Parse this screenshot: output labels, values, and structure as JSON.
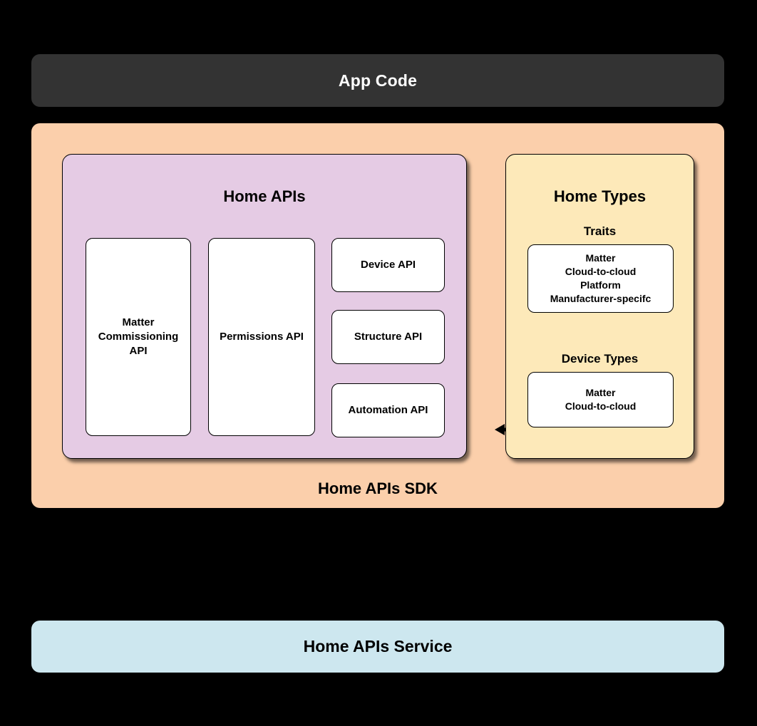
{
  "diagram": {
    "type": "architecture-block-diagram",
    "top_banner": {
      "label": "App Code",
      "background": "#333333",
      "text_color": "#ffffff"
    },
    "sdk_container": {
      "label": "Home APIs SDK",
      "background": "#fbcfab"
    },
    "home_apis_panel": {
      "title": "Home APIs",
      "background": "#e5cbe4",
      "cards": [
        {
          "id": "matter-commissioning-api",
          "label": "Matter Commissioning API",
          "lines": [
            "Matter",
            "Commissioning",
            "API"
          ]
        },
        {
          "id": "permissions-api",
          "label": "Permissions API",
          "lines": [
            "Permissions API"
          ]
        },
        {
          "id": "device-api",
          "label": "Device API",
          "lines": [
            "Device API"
          ]
        },
        {
          "id": "structure-api",
          "label": "Structure API",
          "lines": [
            "Structure API"
          ]
        },
        {
          "id": "automation-api",
          "label": "Automation API",
          "lines": [
            "Automation API"
          ]
        }
      ]
    },
    "home_types_panel": {
      "title": "Home Types",
      "background": "#fde9b9",
      "sections": [
        {
          "id": "traits",
          "label": "Traits",
          "card_lines": [
            "Matter",
            "Cloud-to-cloud",
            "Platform",
            "Manufacturer-specifc"
          ]
        },
        {
          "id": "device-types",
          "label": "Device Types",
          "card_lines": [
            "Matter",
            "Cloud-to-cloud"
          ]
        }
      ]
    },
    "connector": {
      "id": "bidirectional-arrow",
      "icon": "double-headed-arrow-icon",
      "color": "#000000"
    },
    "bottom_banner": {
      "label": "Home APIs Service",
      "background": "#cde7ef",
      "text_color": "#000000"
    }
  }
}
